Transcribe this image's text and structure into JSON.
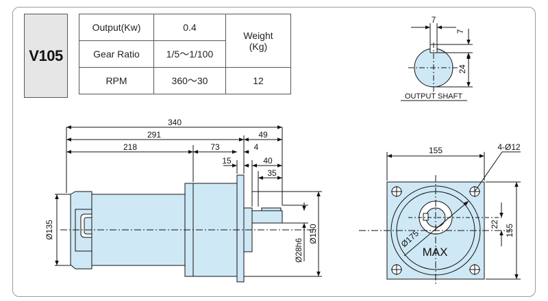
{
  "model": "V105",
  "spec_table": {
    "output_label": "Output(Kw)",
    "output_value": "0.4",
    "gear_ratio_label": "Gear Ratio",
    "gear_ratio_value": "1/5～1/100",
    "rpm_label": "RPM",
    "rpm_value": "360～30",
    "weight_label_line1": "Weight",
    "weight_label_line2": "(Kg)",
    "weight_value": "12"
  },
  "output_shaft": {
    "caption": "OUTPUT SHAFT",
    "dim_key_width": "7",
    "dim_key_depth": "7",
    "dim_shaft_height": "24"
  },
  "side_view": {
    "dim_total": "340",
    "dim_body": "291",
    "dim_shaft_ext": "49",
    "dim_motor": "218",
    "dim_gearbox": "73",
    "dim_flange_gap": "4",
    "dim_flange": "15",
    "dim_shaft_len": "40",
    "dim_key_len": "35",
    "dim_motor_dia": "Ø135",
    "dim_shaft_dia": "Ø28h6",
    "dim_pilot_dia": "Ø150"
  },
  "front_view": {
    "dim_width": "155",
    "dim_height": "155",
    "dim_holes": "4-Ø12",
    "dim_offset": "22",
    "dim_pcd": "Ø175",
    "label_max": "MAX"
  },
  "colors": {
    "body_fill": "#cfe8f5",
    "line": "#111111",
    "center_line": "#1a1a1a",
    "model_box_fill": "#e6e6e6"
  }
}
